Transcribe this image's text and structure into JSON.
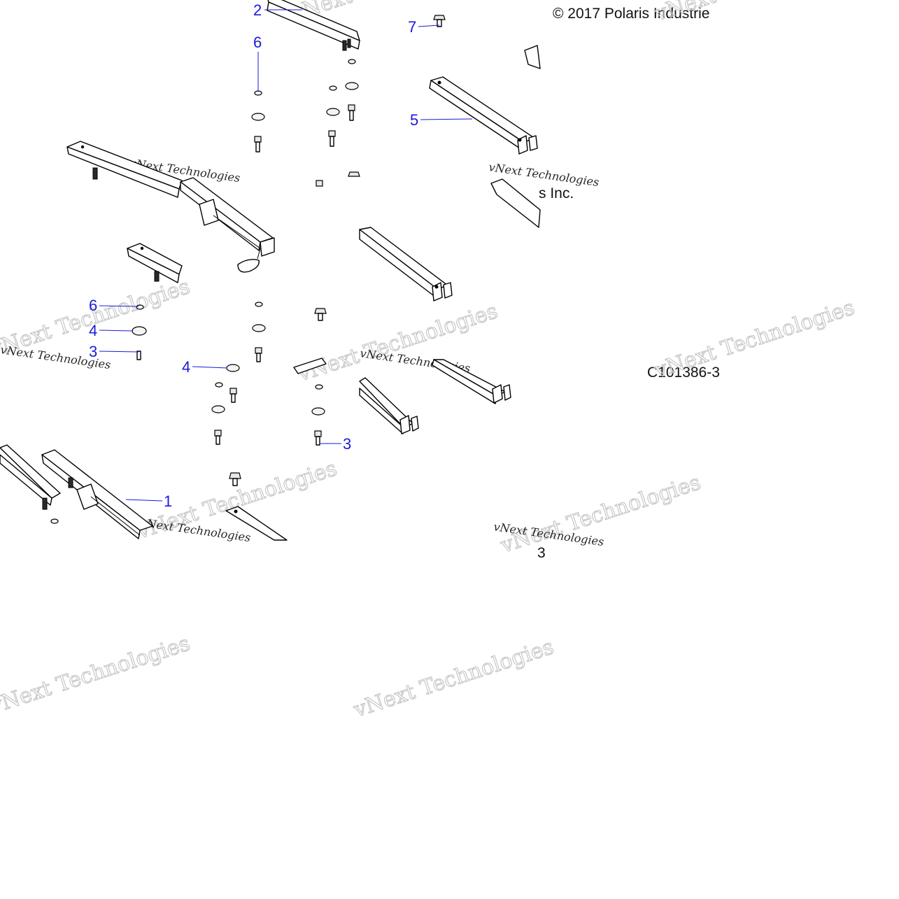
{
  "copyright": "© 2017 Polaris Industrie",
  "copyright_tail": "s Inc.",
  "drawing_number": "C101386-3",
  "watermark": "vNext Technologies",
  "callouts": [
    {
      "id": "c2",
      "label": "2"
    },
    {
      "id": "c7",
      "label": "7"
    },
    {
      "id": "c6a",
      "label": "6"
    },
    {
      "id": "c5",
      "label": "5"
    },
    {
      "id": "c6b",
      "label": "6"
    },
    {
      "id": "c4a",
      "label": "4"
    },
    {
      "id": "c3a",
      "label": "3"
    },
    {
      "id": "c4b",
      "label": "4"
    },
    {
      "id": "c3b",
      "label": "3"
    },
    {
      "id": "c1",
      "label": "1"
    }
  ],
  "colors": {
    "callout": "#1a1adb",
    "line": "#000000",
    "background": "#ffffff"
  }
}
